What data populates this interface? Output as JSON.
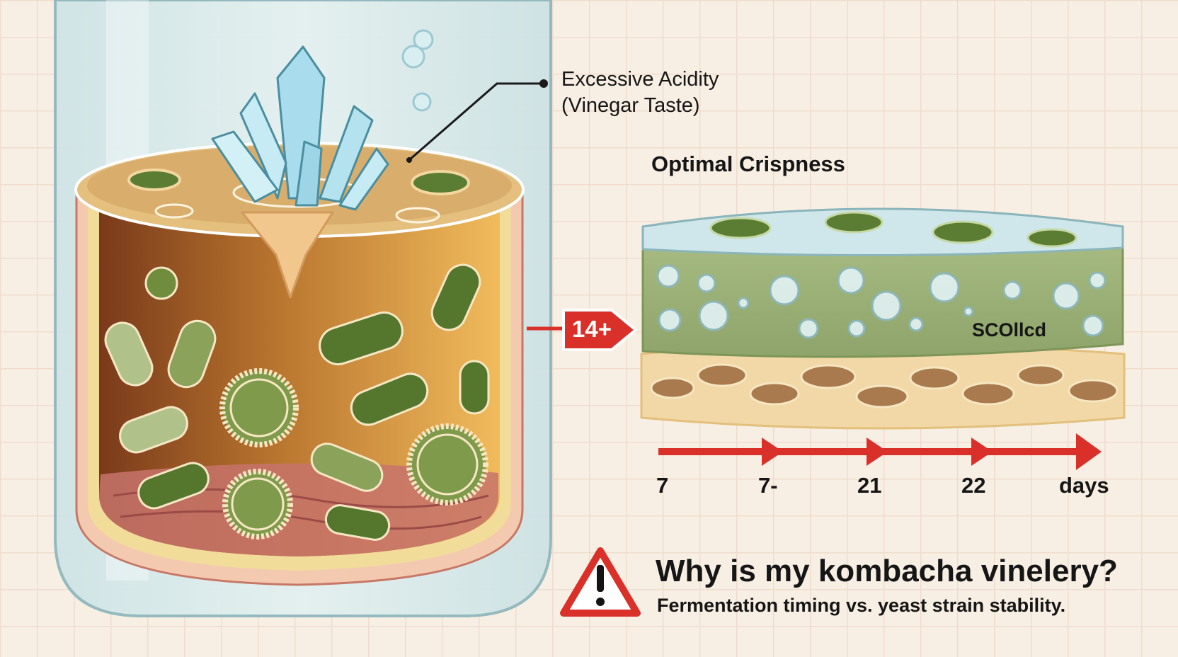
{
  "labels": {
    "acidity_line1": "Excessive Acidity",
    "acidity_line2": "(Vinegar Taste)",
    "crispness": "Optimal Crispness",
    "scoby": "SCOllcd",
    "badge": "14+"
  },
  "timeline": {
    "ticks": [
      "7",
      "7-",
      "21",
      "22",
      "days"
    ]
  },
  "question": {
    "title": "Why is my kombacha vinelery?",
    "subtitle": "Fermentation timing vs. yeast strain stability."
  },
  "icons": {
    "warning": "warning-triangle-icon",
    "crystal": "crystal-cluster-icon"
  },
  "colors": {
    "accent_red": "#d9302a",
    "liquid_amber": "#b77530",
    "scoby_green": "#9cb07a",
    "microbe_green": "#55762d"
  }
}
